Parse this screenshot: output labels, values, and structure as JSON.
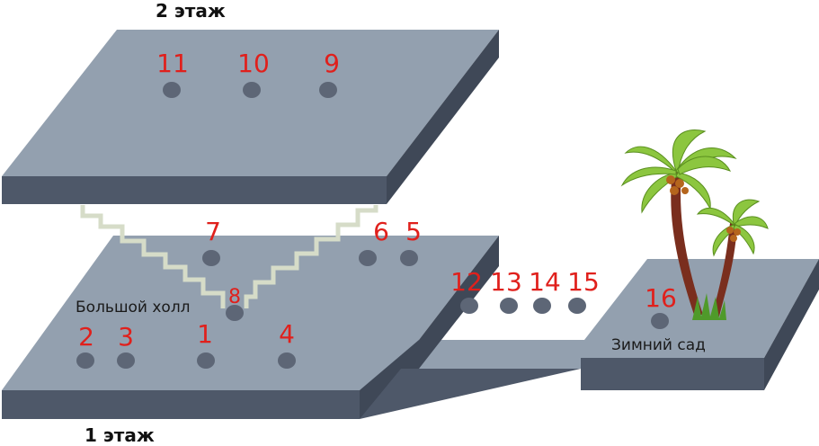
{
  "floors": {
    "second": {
      "title": "2 этаж"
    },
    "first": {
      "title": "1 этаж"
    }
  },
  "areas": {
    "hall": "Большой холл",
    "garden": "Зимний сад"
  },
  "rooms": [
    "1",
    "2",
    "3",
    "4",
    "5",
    "6",
    "7",
    "8",
    "9",
    "10",
    "11",
    "12",
    "13",
    "14",
    "15",
    "16"
  ],
  "icons": [
    "palm-tree-icon"
  ],
  "colors": {
    "floor_top": "#93a0af",
    "floor_side": "#4e5869",
    "floor_dark_side": "#3f4857",
    "marker": "#5d6676",
    "staircase": "#d6dcc8",
    "room_number": "#e0201c"
  }
}
